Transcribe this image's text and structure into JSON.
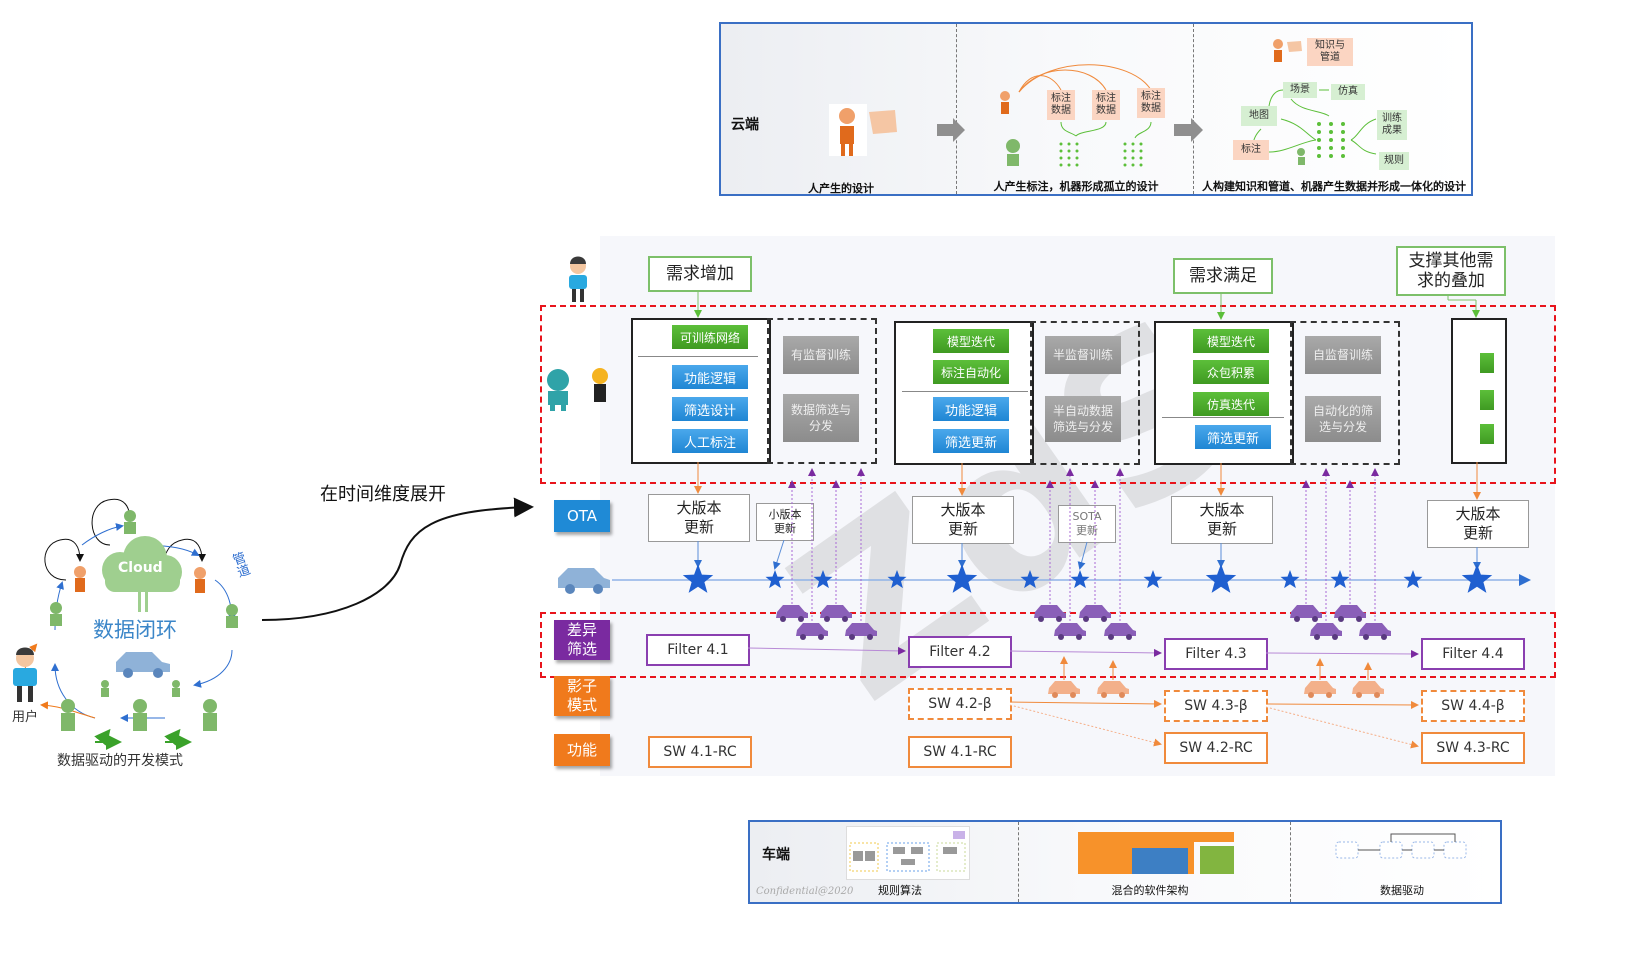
{
  "cloud_panel": {
    "label": "云端",
    "sections": [
      {
        "caption": "人产生的设计"
      },
      {
        "caption": "人产生标注，机器形成孤立的设计",
        "boxes": [
          "标注\n数据",
          "标注\n数据",
          "标注\n数据"
        ]
      },
      {
        "caption": "人构建知识和管道、机器产生数据并形成一体化的设计",
        "knowledge_box": "知识与\n管道",
        "nodes": {
          "scene": "场景",
          "sim": "仿真",
          "map": "地图",
          "label": "标注",
          "train": "训练\n成果",
          "rules": "规则"
        }
      }
    ]
  },
  "left_loop": {
    "center_title": "数据闭环",
    "cloud_word": "Cloud",
    "pipe_label": "管道",
    "user_label": "用户",
    "caption": "数据驱动的开发模式"
  },
  "expand_label": "在时间维度展开",
  "timeline": {
    "callouts": [
      "需求增加",
      "需求满足",
      "支撑其他需\n求的叠加"
    ],
    "stages": [
      {
        "green": [
          "可训练网络"
        ],
        "blue": [
          "功能逻辑",
          "筛选设计",
          "人工标注"
        ],
        "gray_top": "有监督训练",
        "gray_bottom": "数据筛选与\n分发"
      },
      {
        "green": [
          "模型迭代",
          "标注自动化"
        ],
        "blue": [
          "功能逻辑",
          "筛选更新"
        ],
        "gray_top": "半监督训练",
        "gray_bottom": "半自动数据\n筛选与分发"
      },
      {
        "green": [
          "模型迭代",
          "众包积累",
          "仿真迭代"
        ],
        "blue": [
          "筛选更新"
        ],
        "gray_top": "自监督训练",
        "gray_bottom": "自动化的筛\n选与分发"
      },
      {
        "green": [
          "",
          "",
          ""
        ],
        "blue": []
      }
    ],
    "row_labels": {
      "ota": "OTA",
      "diff": "差异\n筛选",
      "shadow": "影子\n模式",
      "function": "功能"
    },
    "row_colors": {
      "ota": "#1f8ad6",
      "diff": "#7a2aa0",
      "shadow": "#f07a1c",
      "function": "#f07a1c"
    },
    "ota_boxes": [
      {
        "text": "大版本\n更新",
        "size": "large"
      },
      {
        "text": "小版本\n更新",
        "size": "small"
      },
      {
        "text": "大版本\n更新",
        "size": "large"
      },
      {
        "text": "SOTA\n更新",
        "size": "small"
      },
      {
        "text": "大版本\n更新",
        "size": "large"
      },
      {
        "text": "大版本\n更新",
        "size": "large"
      }
    ],
    "filters": [
      "Filter 4.1",
      "Filter 4.2",
      "Filter 4.3",
      "Filter 4.4"
    ],
    "shadow_versions": [
      "SW 4.2-β",
      "SW 4.3-β",
      "SW 4.4-β"
    ],
    "function_versions": [
      "SW 4.1-RC",
      "SW 4.1-RC",
      "SW 4.2-RC",
      "SW 4.3-RC"
    ]
  },
  "vehicle_panel": {
    "label": "车端",
    "sections": [
      {
        "caption": "规则算法"
      },
      {
        "caption": "混合的软件架构"
      },
      {
        "caption": "数据驱动"
      }
    ],
    "watermark": "Confidential@2020"
  },
  "colors": {
    "accent_blue": "#1f6fd6",
    "red_dash": "#e8141c",
    "green": "#4aaa2e",
    "purple": "#8a3fb0",
    "orange": "#f07a1c"
  }
}
